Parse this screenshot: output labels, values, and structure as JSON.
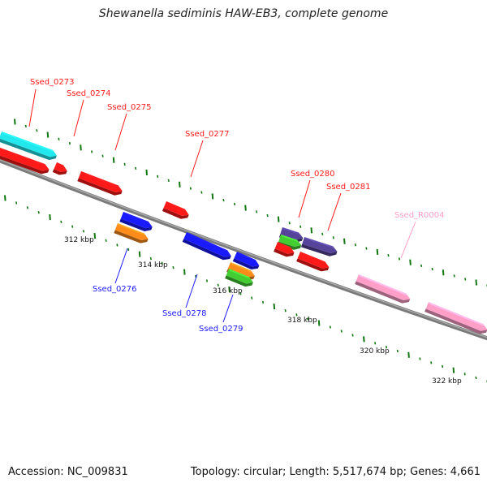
{
  "title": "Shewanella sediminis HAW-EB3, complete genome",
  "footer": {
    "accession": "Accession: NC_009831",
    "stats": "Topology: circular; Length: 5,517,674 bp; Genes: 4,661"
  },
  "colors": {
    "red": "#ff1a1a",
    "blue": "#1a1aff",
    "cyan": "#22e8ee",
    "orange": "#ff8c1a",
    "green": "#44cc33",
    "purple": "#55449a",
    "pink": "#ff9fc8",
    "tick": "#117711",
    "backbone": "#888888"
  },
  "scale_labels": [
    "312 kbp",
    "314 kbp",
    "316 kbp",
    "318 kbp",
    "320 kbp",
    "322 kbp"
  ],
  "gene_labels": [
    {
      "text": "Ssed_0273",
      "color": "red"
    },
    {
      "text": "Ssed_0274",
      "color": "red"
    },
    {
      "text": "Ssed_0275",
      "color": "red"
    },
    {
      "text": "Ssed_0277",
      "color": "red"
    },
    {
      "text": "Ssed_0280",
      "color": "red"
    },
    {
      "text": "Ssed_0281",
      "color": "red"
    },
    {
      "text": "Ssed_R0004",
      "color": "pink"
    },
    {
      "text": "Ssed_0276",
      "color": "blue"
    },
    {
      "text": "Ssed_0278",
      "color": "blue"
    },
    {
      "text": "Ssed_0279",
      "color": "blue"
    }
  ]
}
